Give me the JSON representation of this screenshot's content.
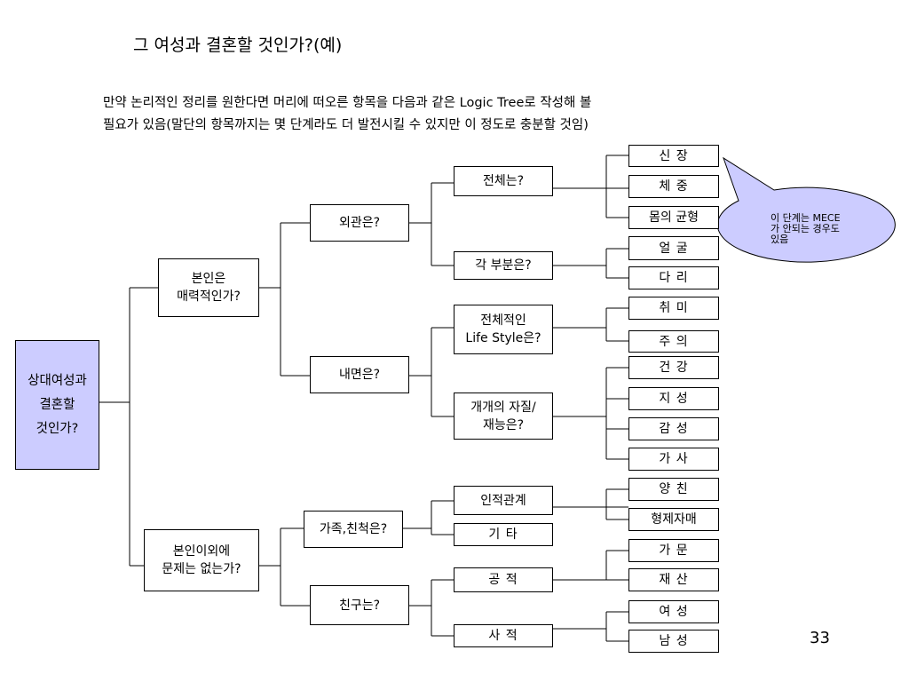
{
  "title": "그 여성과 결혼할 것인가?(예)",
  "intro": {
    "line1": "만약 논리적인 정리를 원한다면 머리에 떠오른 항목을 다음과 같은 Logic Tree로 작성해 볼",
    "line2": "필요가 있음(말단의 항목까지는 몇 단계라도 더 발전시킬 수 있지만 이 정도로 충분할 것임)"
  },
  "tree": {
    "root": "상대여성과\n결혼할\n것인가?",
    "l1_attractive": "본인은\n매력적인가?",
    "l1_other": "본인이외에\n문제는 없는가?",
    "l2_appearance": "외관은?",
    "l2_inner": "내면은?",
    "l2_family": "가족,친척은?",
    "l2_friends": "친구는?",
    "l3_whole": "전체는?",
    "l3_parts": "각 부분은?",
    "l3_lifestyle": "전체적인\nLife Style은?",
    "l3_talent": "개개의 자질/\n재능은?",
    "l3_relations": "인적관계",
    "l3_etc": "기 타",
    "l3_public": "공 적",
    "l3_private": "사 적",
    "l4_height": "신 장",
    "l4_weight": "체 중",
    "l4_balance": "몸의 균형",
    "l4_face": "얼 굴",
    "l4_legs": "다 리",
    "l4_hobby": "취 미",
    "l4_ideas": "주 의",
    "l4_health": "건 강",
    "l4_intellect": "지 성",
    "l4_sensibility": "감 성",
    "l4_housework": "가 사",
    "l4_parents": "양 친",
    "l4_siblings": "형제자매",
    "l4_family_bg": "가 문",
    "l4_assets": "재 산",
    "l4_female": "여 성",
    "l4_male": "남 성"
  },
  "callout": "이 단계는 MECE\n가 안되는 경우도\n있음",
  "page_number": "33",
  "colors": {
    "root_fill": "#ccccff",
    "callout_fill": "#ccccff",
    "line": "#000000"
  }
}
